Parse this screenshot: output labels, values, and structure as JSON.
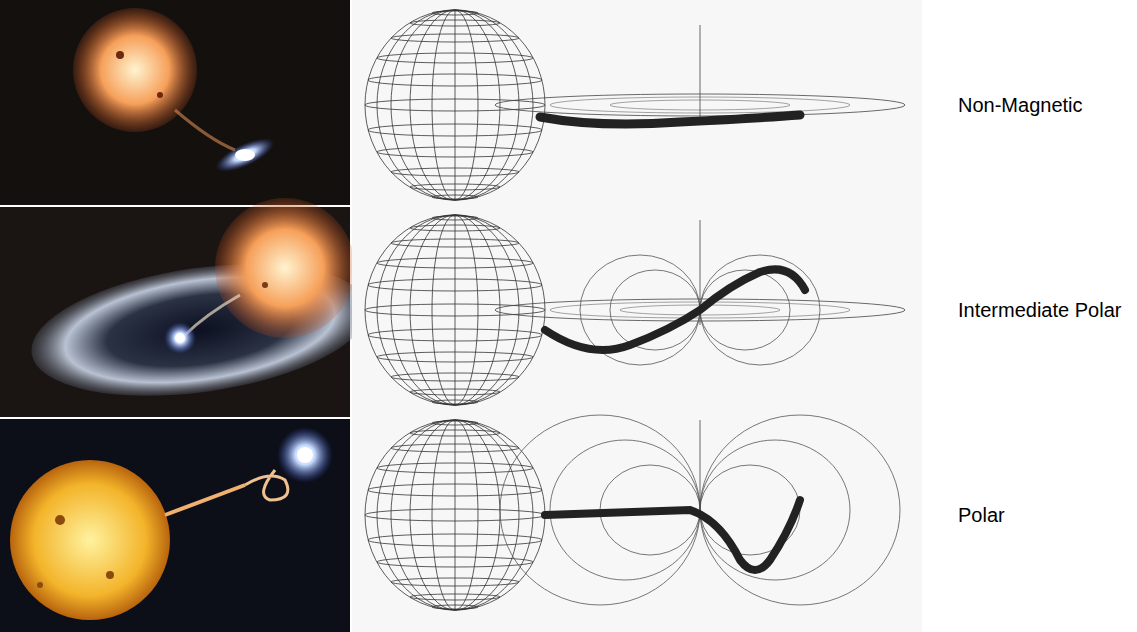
{
  "diagram": {
    "labels": [
      "Non-Magnetic",
      "Intermediate Polar",
      "Polar"
    ]
  }
}
